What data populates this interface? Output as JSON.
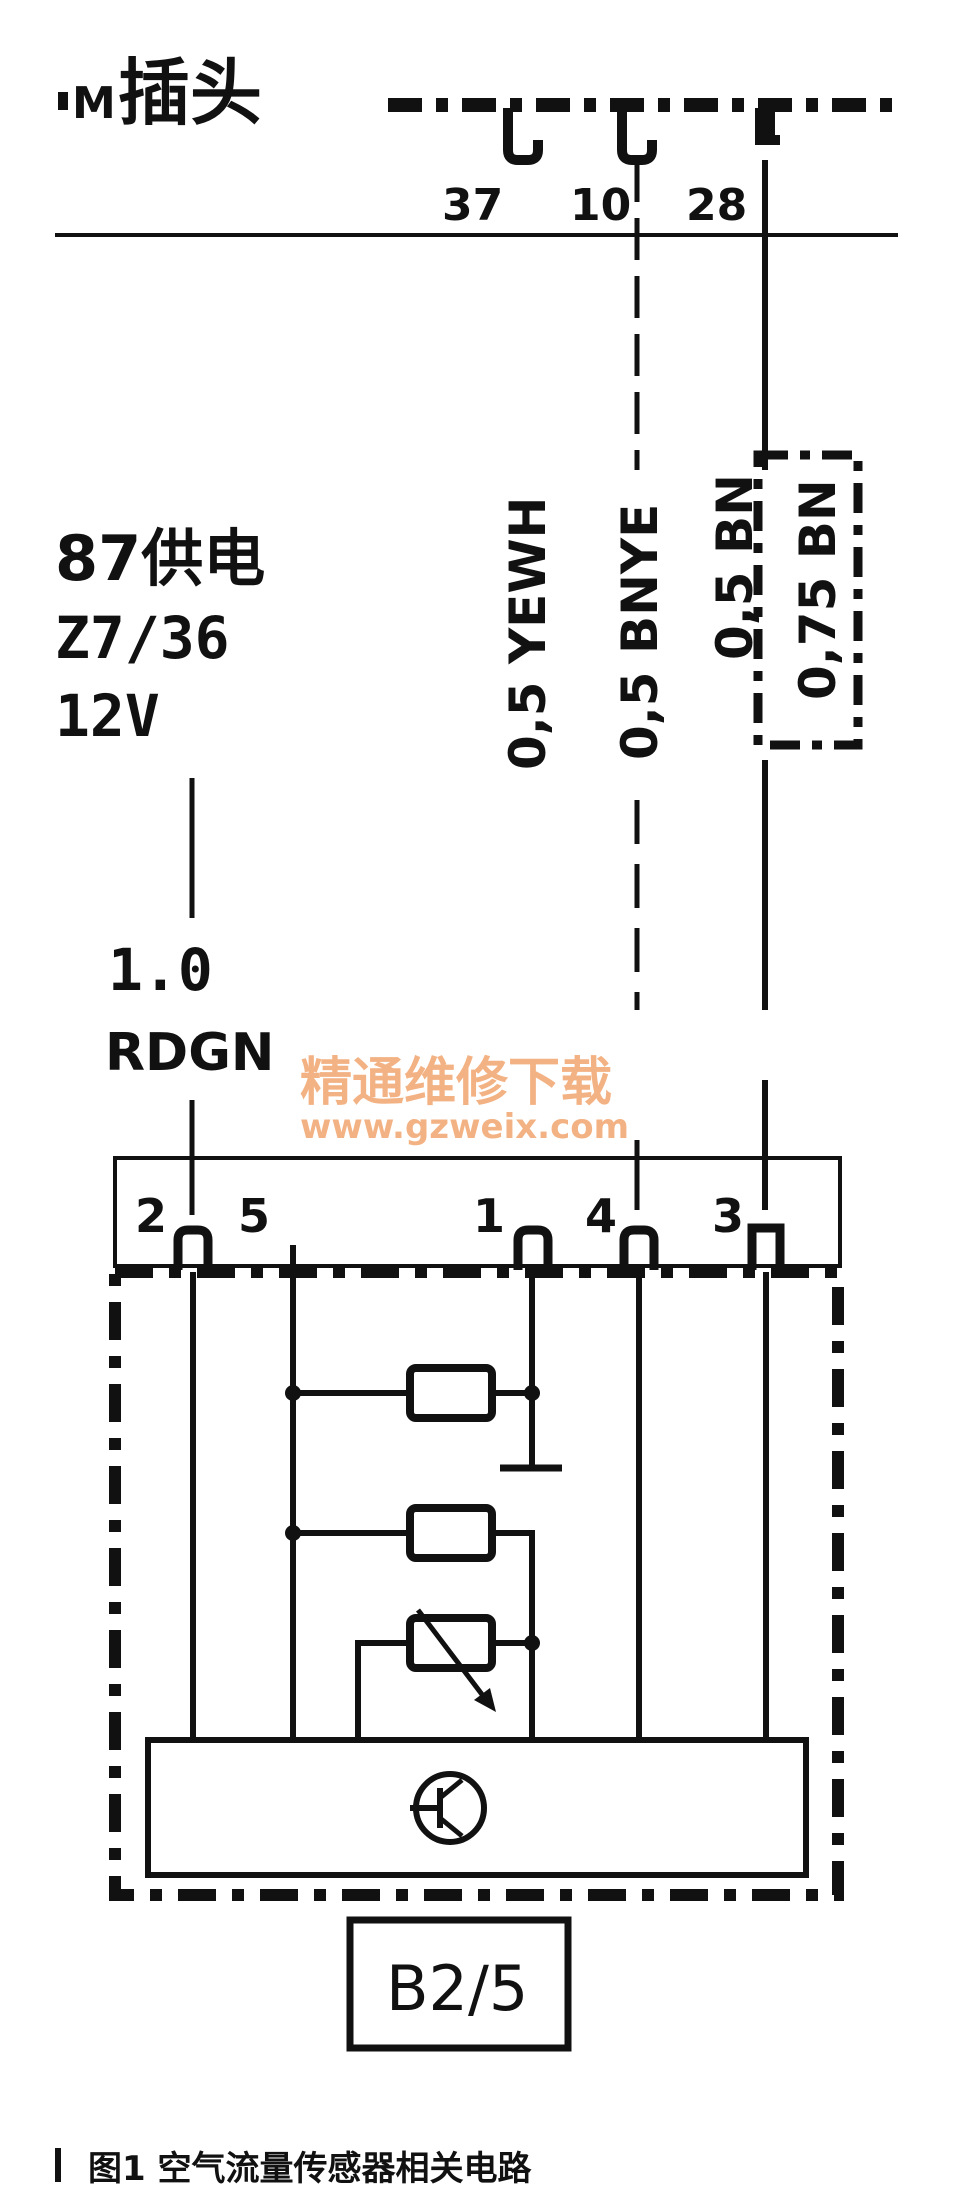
{
  "header": {
    "title": "插头",
    "prefix_mark": "M",
    "pins": [
      "37",
      "10",
      "28"
    ]
  },
  "wires": [
    {
      "label": "0,5 YEWH"
    },
    {
      "label": "0,5 BNYE"
    },
    {
      "label": "0,5 BN"
    },
    {
      "label": "0,75 BN"
    }
  ],
  "supply": {
    "line1": "87供电",
    "line2": "Z7/36",
    "line3": "12V",
    "wire_size": "1.0",
    "wire_color": "RDGN"
  },
  "watermark": {
    "line1": "精通维修下载",
    "line2": "www.gzweix.com"
  },
  "sensor": {
    "pins": [
      "2",
      "5",
      "1",
      "4",
      "3"
    ],
    "component_id": "B2/5"
  },
  "caption": {
    "text": "图1   空气流量传感器相关电路"
  },
  "colors": {
    "ink": "#111111",
    "watermark": "#f2a56e",
    "background": "#ffffff"
  }
}
